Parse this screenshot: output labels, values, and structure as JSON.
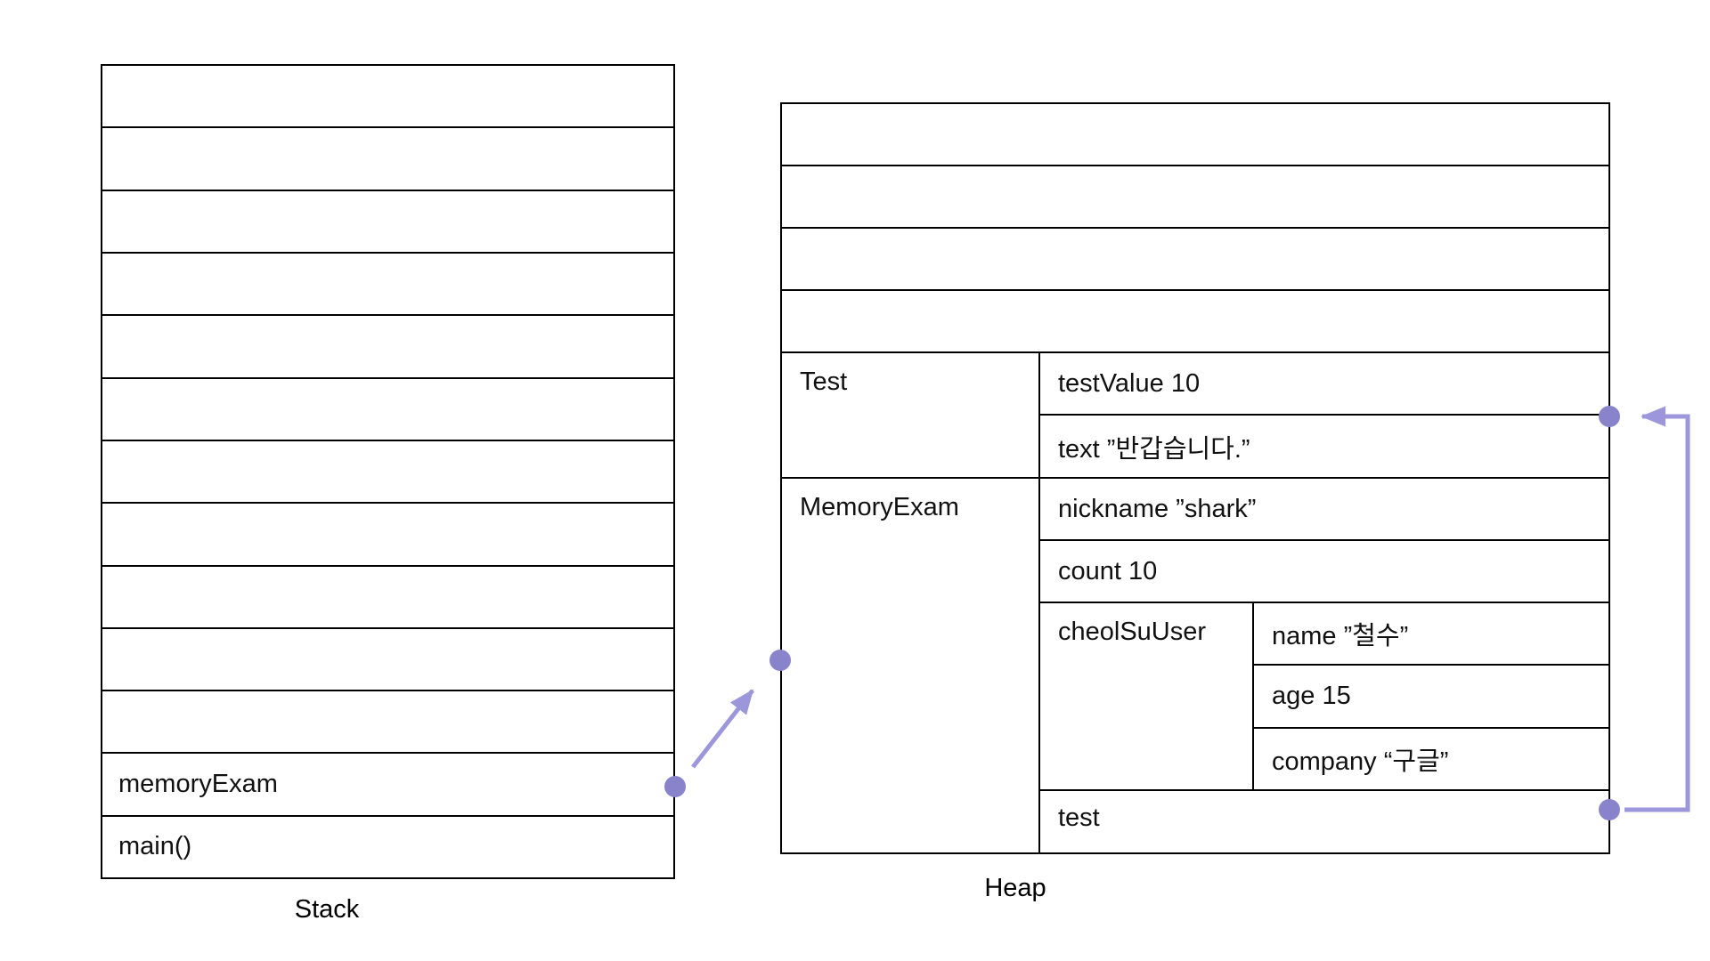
{
  "stack": {
    "caption": "Stack",
    "empty_row_count": 11,
    "frames": [
      {
        "label": "memoryExam"
      },
      {
        "label": "main()"
      }
    ]
  },
  "heap": {
    "caption": "Heap",
    "empty_row_count": 4,
    "blocks": [
      {
        "label": "Test",
        "values": [
          "testValue 10",
          "text ”반갑습니다.”"
        ]
      },
      {
        "label": "MemoryExam",
        "values_before": [
          "nickname ”shark”",
          "count 10"
        ],
        "nested": {
          "label": "cheolSuUser",
          "values": [
            "name ”철수”",
            "age 15",
            "company “구글”"
          ]
        },
        "values_after": [
          "test"
        ]
      }
    ]
  },
  "connectors": {
    "dot_color": "#8983CB",
    "line_color": "#9B97DA",
    "left_pointer": "stack memoryExam -> heap MemoryExam object",
    "right_pointer": "heap test field -> Test object (testValue/text boundary)"
  },
  "colors": {
    "background": "#FFFFFF",
    "table_border": "#000000",
    "text": "#111111"
  }
}
